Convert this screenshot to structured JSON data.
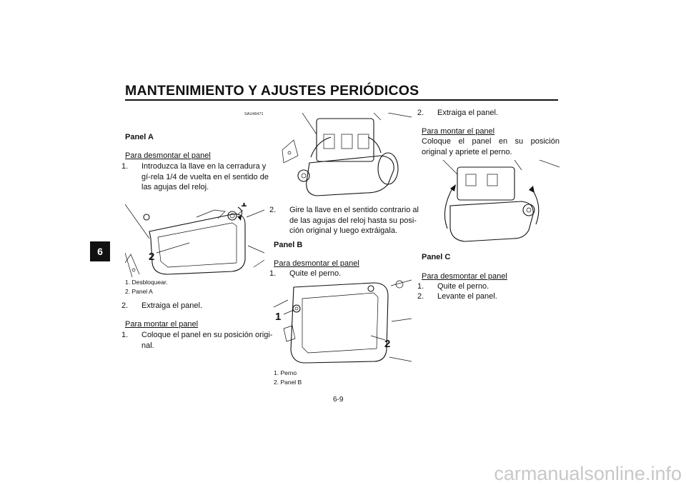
{
  "header": {
    "title": "MANTENIMIENTO Y AJUSTES PERIÓDICOS",
    "chapter_tab": "6"
  },
  "col1": {
    "code": "SAU46471",
    "heading": "Panel A",
    "remove_sub": "Para desmontar el panel",
    "step1_num": "1.",
    "step1": "Introduzca la llave en la cerradura y gí-rela 1/4 de vuelta en el sentido de las agujas del reloj.",
    "fig_label1": "1",
    "fig_label2": "2",
    "cap1": "1. Desbloquear.",
    "cap2": "2. Panel A",
    "step2_num": "2.",
    "step2": "Extraiga el panel.",
    "install_sub": "Para montar el panel",
    "inst1_num": "1.",
    "inst1": "Coloque el panel en su posición origi-nal."
  },
  "col2": {
    "step2_num": "2.",
    "step2": "Gire la llave en el sentido contrario al de las agujas del reloj hasta su posi-ción original y luego extráigala.",
    "heading": "Panel B",
    "remove_sub": "Para desmontar el panel",
    "step1_num": "1.",
    "step1": "Quite el perno.",
    "fig_label1": "1",
    "fig_label2": "2",
    "cap1": "1. Perno",
    "cap2": "2. Panel B"
  },
  "col3": {
    "step2_num": "2.",
    "step2": "Extraiga el panel.",
    "install_sub": "Para montar el panel",
    "install_text": "Coloque el panel en su posición original y apriete el perno.",
    "heading": "Panel C",
    "remove_sub": "Para desmontar el panel",
    "step1_num": "1.",
    "step1": "Quite el perno.",
    "step2b_num": "2.",
    "step2b": "Levante el panel."
  },
  "footer": {
    "page": "6-9",
    "watermark": "carmanualsonline.info"
  }
}
